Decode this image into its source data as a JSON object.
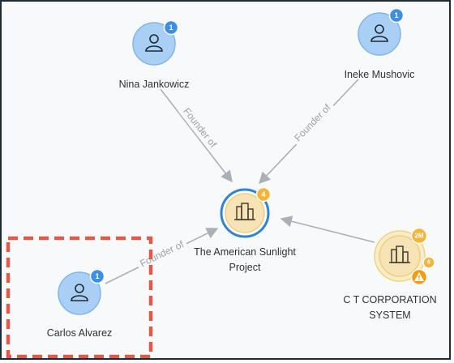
{
  "nodes": {
    "nina": {
      "label": "Nina Jankowicz",
      "badge": "1",
      "icon": "person-icon"
    },
    "ineke": {
      "label": "Ineke Mushovic",
      "badge": "1",
      "icon": "person-icon"
    },
    "carlos": {
      "label": "Carlos Alvarez",
      "badge": "1",
      "icon": "person-icon"
    },
    "project": {
      "label_line1": "The American Sunlight",
      "label_line2": "Project",
      "badge": "4",
      "icon": "building-icon"
    },
    "ct": {
      "label_line1": "C T CORPORATION",
      "label_line2": "SYSTEM",
      "badge": "2M",
      "badge_small": "6",
      "icon": "building-icon",
      "warning_icon": "warning-icon"
    }
  },
  "edges": [
    {
      "from": "nina",
      "to": "project",
      "label": "Founder of"
    },
    {
      "from": "ineke",
      "to": "project",
      "label": "Founder of"
    },
    {
      "from": "carlos",
      "to": "project",
      "label": "Founder of"
    },
    {
      "from": "ct",
      "to": "project",
      "label": ""
    }
  ],
  "colors": {
    "person_fill": "#a9d0f4",
    "person_stroke": "#7fb6ea",
    "badge_blue": "#3b8fe4",
    "org_fill": "#f6e3b6",
    "org_ring": "#2f84d9",
    "badge_orange": "#f5b43c",
    "edge": "#a9b0b7",
    "highlight": "#e05a4a"
  }
}
